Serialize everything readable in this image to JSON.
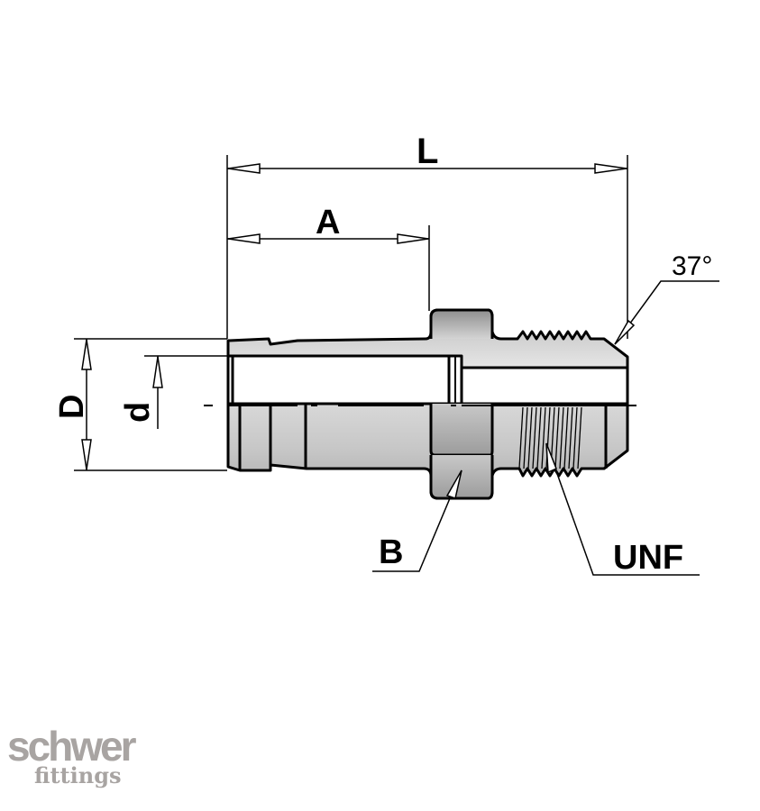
{
  "diagram": {
    "type": "technical-drawing",
    "subject": "straight male connector fitting, hose tail to 37° flare UNF thread",
    "dimensions": {
      "L": "L",
      "A": "A",
      "D": "D",
      "d": "d",
      "B": "B",
      "thread": "UNF",
      "flare_angle": "37°"
    }
  },
  "logo": {
    "brand": "schwer",
    "tagline": "fittings",
    "color": "#a8a4a2"
  },
  "colors": {
    "line": "#000000",
    "metal_light": "#e2e2e2",
    "metal_mid": "#c4c4c4",
    "metal_dark": "#9a9a9a",
    "background": "#ffffff"
  }
}
